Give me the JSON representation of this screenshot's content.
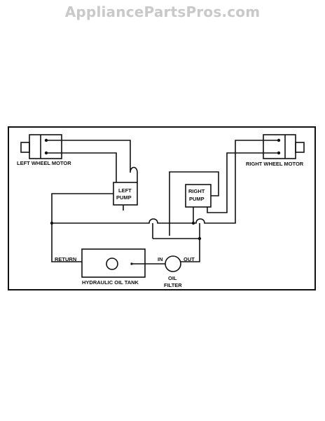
{
  "watermark": "AppliancePartsPros.com",
  "diagram": {
    "labels": {
      "left_wheel_motor": "LEFT WHEEL MOTOR",
      "right_wheel_motor": "RIGHT WHEEL MOTOR",
      "left_pump_line1": "LEFT",
      "left_pump_line2": "PUMP",
      "right_pump_line1": "RIGHT",
      "right_pump_line2": "PUMP",
      "return": "RETURN",
      "hydraulic_oil_tank": "HYDRAULIC OIL TANK",
      "in": "IN",
      "out": "OUT",
      "oil_filter_line1": "OIL",
      "oil_filter_line2": "FILTER"
    }
  }
}
